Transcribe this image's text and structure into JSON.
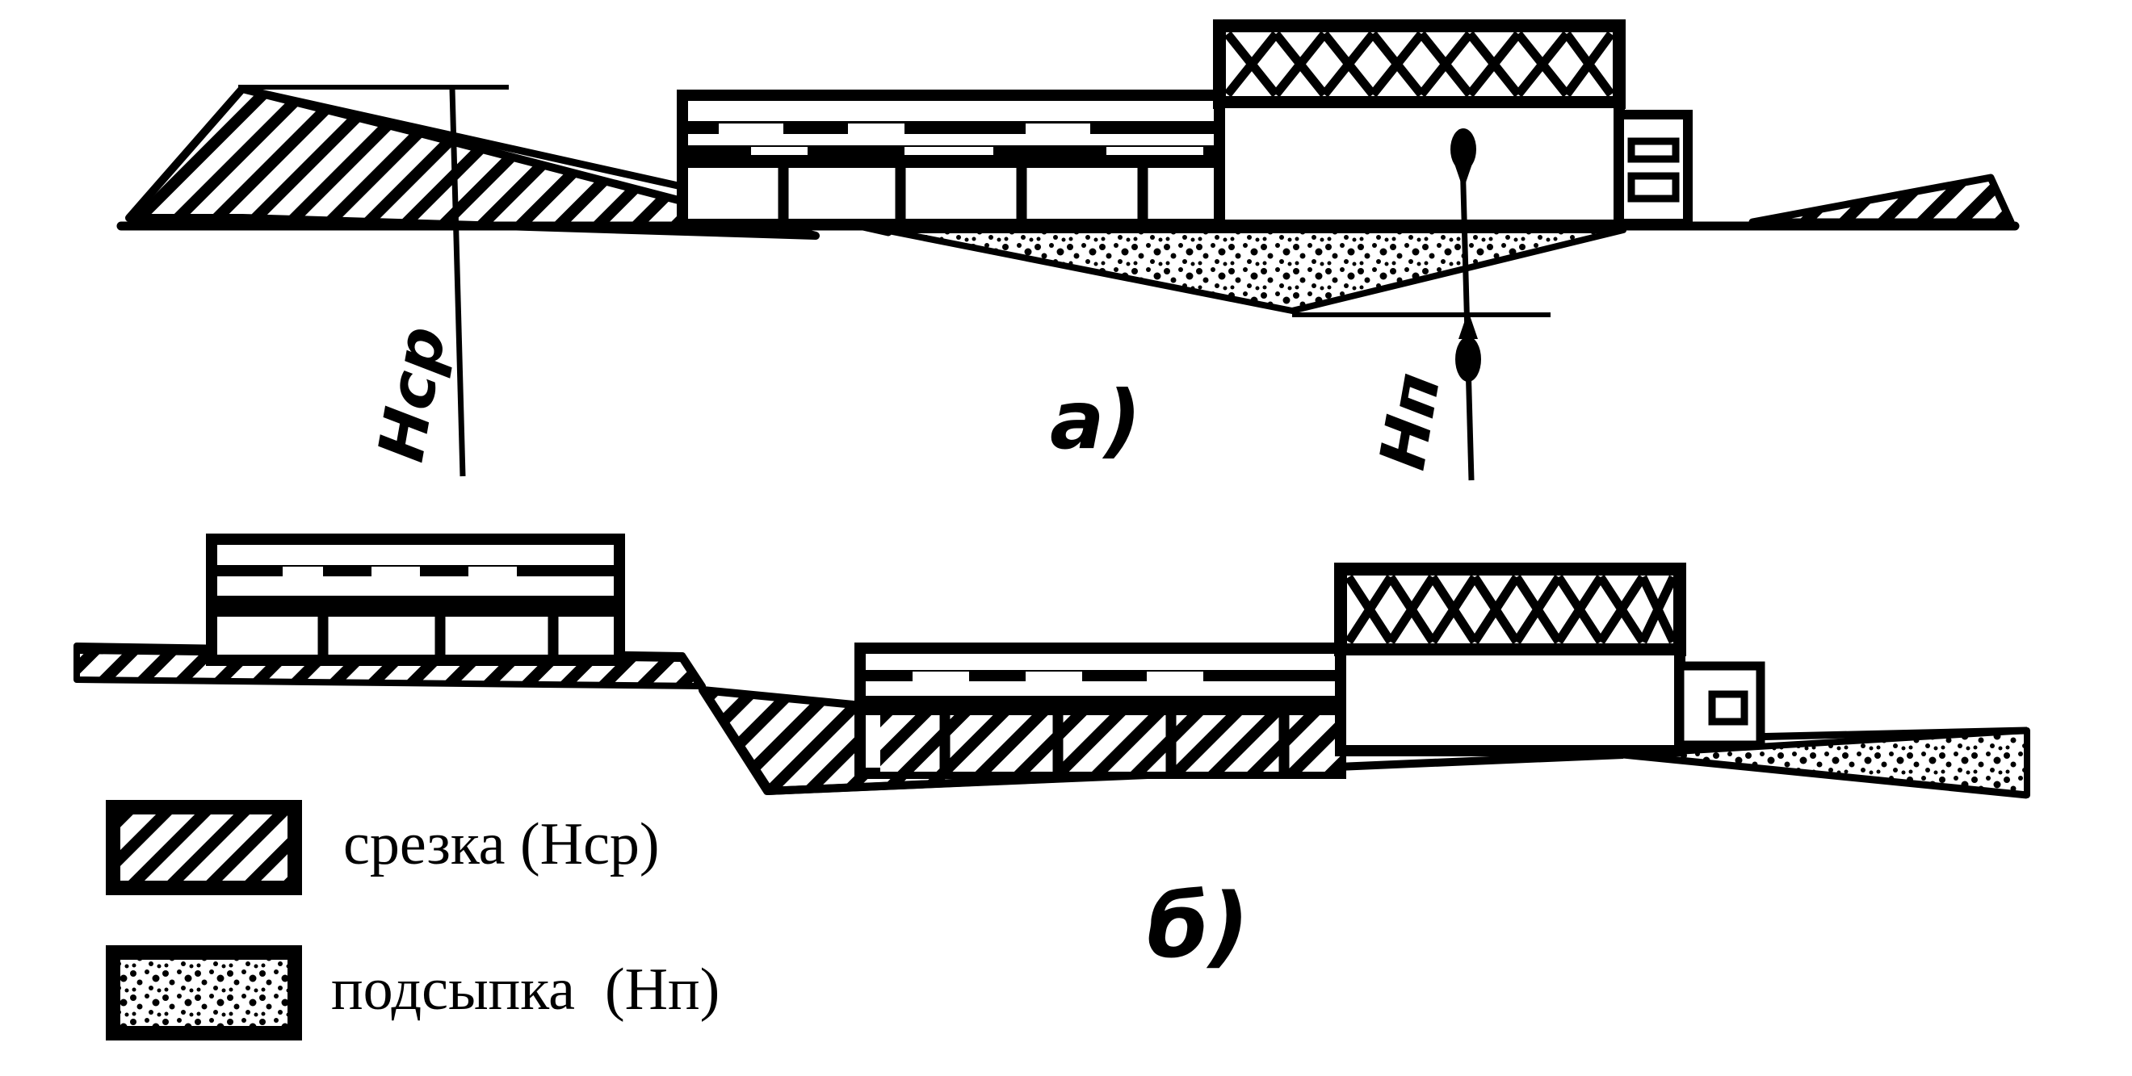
{
  "diagram_a": {
    "label": "a)",
    "dim_cut_label": "Hср",
    "dim_fill_label": "Hп"
  },
  "diagram_b": {
    "label": "б)"
  },
  "legend": {
    "items": [
      {
        "text": "срезка (Нср)",
        "pattern": "hatch"
      },
      {
        "text": "подсыпка  (Нп)",
        "pattern": "dots"
      }
    ]
  },
  "colors": {
    "ink": "#000000",
    "paper": "#ffffff"
  }
}
